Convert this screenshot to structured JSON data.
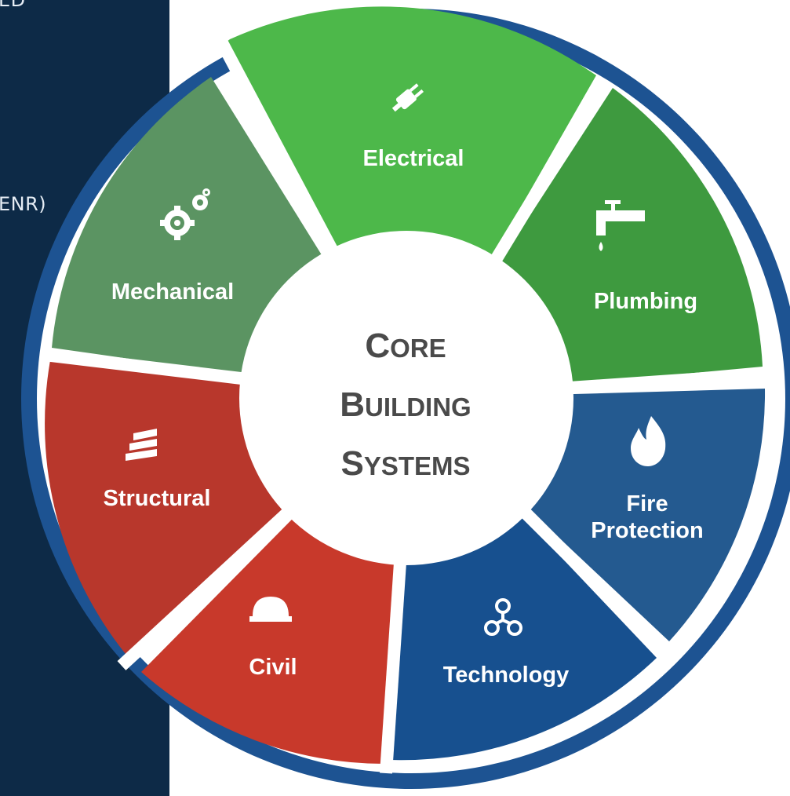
{
  "side_panel": {
    "line1": "ED",
    "line2": "ENR)"
  },
  "center": {
    "line1_big": "C",
    "line1_small": "ORE",
    "line2_big": "B",
    "line2_small": "UILDING",
    "line3_big": "S",
    "line3_small": "YSTEMS"
  },
  "segments": [
    {
      "label": "Electrical",
      "icon": "plug-icon",
      "color": "#4db84a"
    },
    {
      "label": "Plumbing",
      "icon": "faucet-icon",
      "color": "#3e9a3f"
    },
    {
      "label_line1": "Fire",
      "label_line2": "Protection",
      "icon": "flame-icon",
      "color": "#245a90"
    },
    {
      "label": "Technology",
      "icon": "network-icon",
      "color": "#17508f"
    },
    {
      "label": "Civil",
      "icon": "hardhat-icon",
      "color": "#c8392b"
    },
    {
      "label": "Structural",
      "icon": "beams-icon",
      "color": "#b8372c"
    },
    {
      "label": "Mechanical",
      "icon": "gears-icon",
      "color": "#5b9462"
    }
  ],
  "colors": {
    "ring": "#1d5392",
    "panel": "#0d2a47",
    "center_fill": "#ffffff",
    "center_text": "#4a4a4a"
  }
}
